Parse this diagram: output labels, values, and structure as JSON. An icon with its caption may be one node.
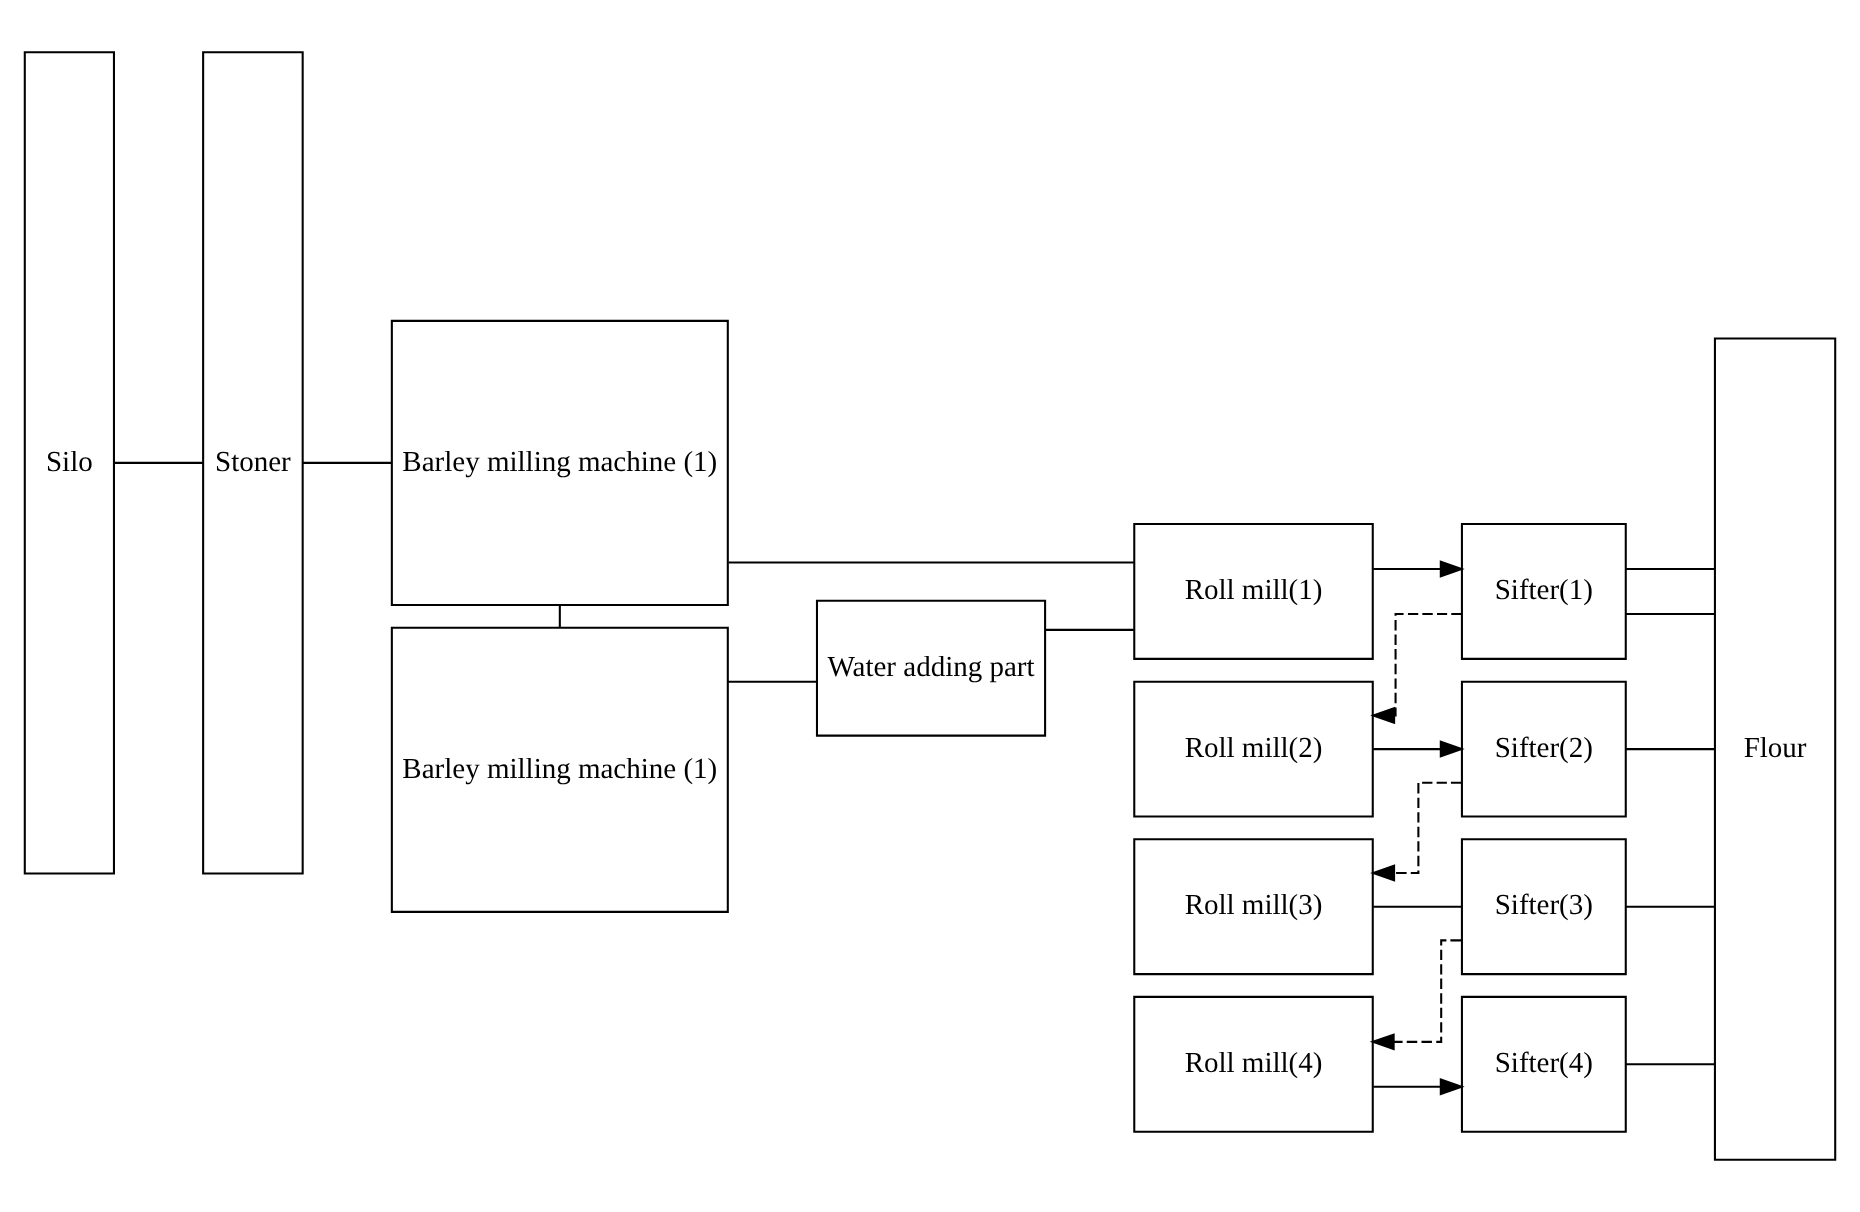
{
  "diagram": {
    "nodes": [
      {
        "text": [
          "Silo"
        ]
      },
      {
        "text": [
          "Stoner"
        ]
      },
      {
        "text": [
          "Barley milling machine (1)"
        ]
      },
      {
        "text": [
          "Water adding part"
        ]
      },
      {
        "text": [
          "Barley milling machine (1)"
        ]
      },
      {
        "text": [
          "Roll mill(1)"
        ]
      },
      {
        "text": [
          "Sifter(1)"
        ]
      },
      {
        "text": [
          "Roll mill(2)"
        ]
      },
      {
        "text": [
          "Sifter(2)"
        ]
      },
      {
        "text": [
          "Roll mill(3)"
        ]
      },
      {
        "text": [
          "Sifter(3)"
        ]
      },
      {
        "text": [
          "Roll mill(4)"
        ]
      },
      {
        "text": [
          "Sifter(4)"
        ]
      },
      {
        "text": [
          "Flour"
        ]
      }
    ],
    "edges": [
      {
        "from": 0,
        "to": 1,
        "arrow": "none"
      },
      {
        "from": 1,
        "to": 2,
        "arrow": "none"
      },
      {
        "from": 2,
        "to": 4,
        "arrow": "none"
      },
      {
        "from": 2,
        "to": 5,
        "arrow": "none"
      },
      {
        "from": 3,
        "to": 5,
        "arrow": "none"
      },
      {
        "from": 4,
        "to": 3,
        "arrow": "none"
      },
      {
        "from": 5,
        "to": 6,
        "arrow": "to"
      },
      {
        "from": 7,
        "to": 8,
        "arrow": "to"
      },
      {
        "from": 9,
        "to": 10,
        "arrow": "none"
      },
      {
        "from": 11,
        "to": 12,
        "arrow": "to"
      },
      {
        "from": 6,
        "to": 7,
        "arrow": "to",
        "style": "dashed"
      },
      {
        "from": 8,
        "to": 9,
        "arrow": "to",
        "style": "dashed"
      },
      {
        "from": 10,
        "to": 11,
        "arrow": "to",
        "style": "dashed"
      },
      {
        "from": 6,
        "to": 13,
        "arrow": "none"
      },
      {
        "from": 6,
        "to": 13,
        "arrow": "none"
      },
      {
        "from": 8,
        "to": 13,
        "arrow": "none"
      },
      {
        "from": 10,
        "to": 13,
        "arrow": "none"
      },
      {
        "from": 12,
        "to": 13,
        "arrow": "none"
      }
    ]
  }
}
